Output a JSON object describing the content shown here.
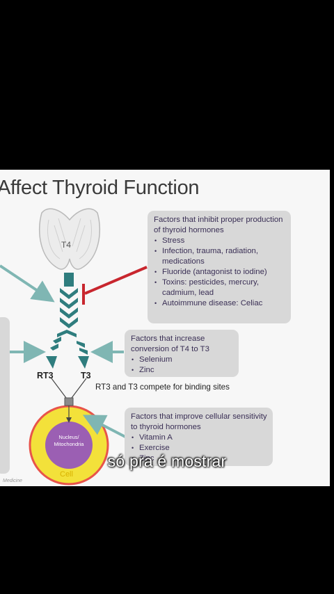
{
  "title": "Affect Thyroid Function",
  "inhibit_box": {
    "heading": "Factors that inhibit proper production of thyroid hormones",
    "items": [
      "Stress",
      "Infection, trauma, radiation, medications",
      "Fluoride (antagonist to iodine)",
      "Toxins: pesticides, mercury, cadmium, lead",
      "Autoimmune disease: Celiac"
    ]
  },
  "convert_box": {
    "heading": "Factors that increase conversion of T4 to T3",
    "items": [
      "Selenium",
      "Zinc"
    ]
  },
  "improve_box": {
    "heading": "Factors that improve cellular sensitivity to thyroid hormones",
    "items": [
      "Vitamin A",
      "Exercise",
      "Zinc"
    ]
  },
  "labels": {
    "t4": "T4",
    "rt3": "RT3",
    "t3": "T3",
    "compete": "RT3 and T3 compete for binding sites",
    "nucleus": "Nucleus/ Mitochondria",
    "cell": "Cell",
    "footer": "Medicine"
  },
  "caption": "só pra é mostrar",
  "colors": {
    "teal": "#2f7d7e",
    "arrow_teal": "#7fb6b3",
    "red": "#c8262e",
    "box_bg": "#d8d8d8",
    "cell_yellow": "#f3e13a",
    "cell_border": "#e8544a",
    "nucleus_purple": "#9b5fb3"
  }
}
